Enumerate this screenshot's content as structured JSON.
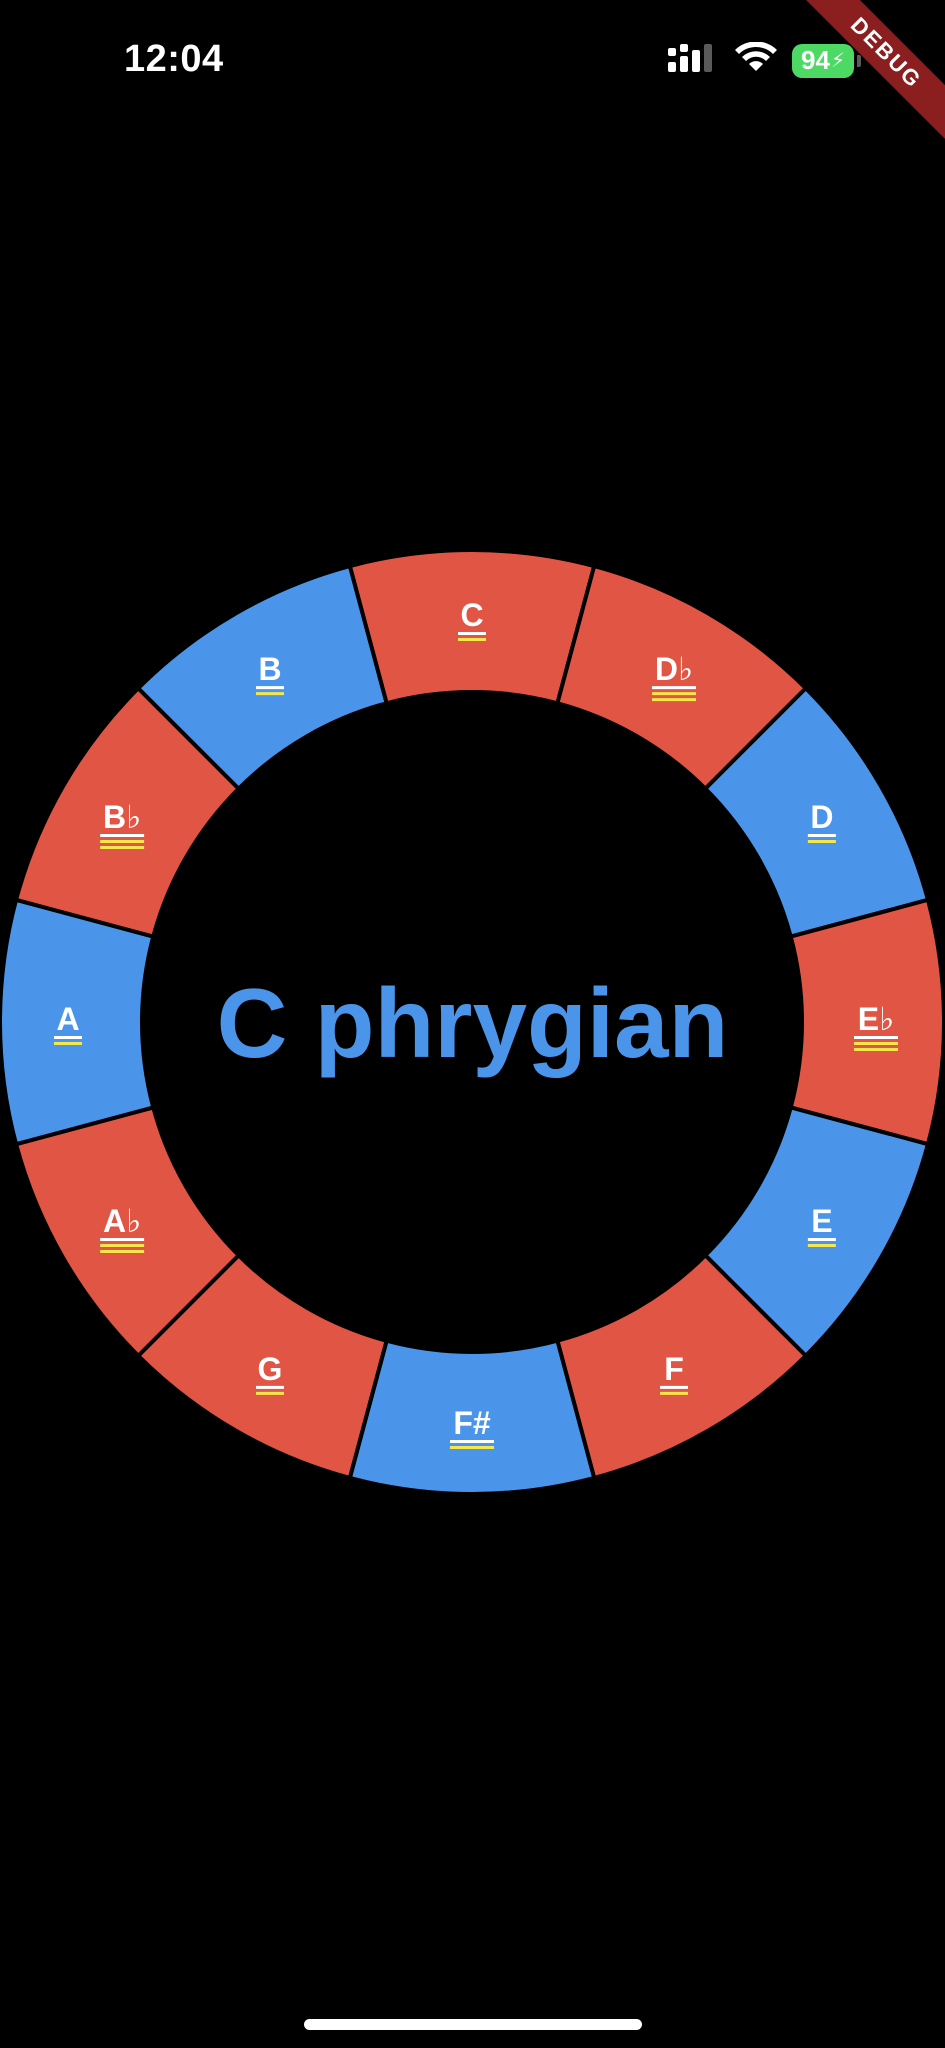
{
  "status_bar": {
    "time": "12:04",
    "battery_level": "94",
    "icons": [
      "cellular-signal-icon",
      "wifi-icon",
      "charging-bolt-icon"
    ]
  },
  "debug_banner": {
    "label": "DEBUG"
  },
  "scale_title": "C phrygian",
  "colors": {
    "background": "#000000",
    "blue": "#4a95ea",
    "red": "#e05543",
    "battery": "#4cd964",
    "debug": "#8b1e1e",
    "underline_yellow": "#f5e64a"
  },
  "notes": [
    {
      "label": "C",
      "color": "#e05543",
      "underline": "#f5e64a",
      "lines": 2
    },
    {
      "label": "D♭",
      "color": "#e05543",
      "underline": "#f5e64a",
      "lines": 3
    },
    {
      "label": "D",
      "color": "#4a95ea",
      "underline": "#f5e64a",
      "lines": 2
    },
    {
      "label": "E♭",
      "color": "#e05543",
      "underline": "#f5e64a",
      "lines": 3
    },
    {
      "label": "E",
      "color": "#4a95ea",
      "underline": "#f5e64a",
      "lines": 2
    },
    {
      "label": "F",
      "color": "#e05543",
      "underline": "#f5e64a",
      "lines": 2
    },
    {
      "label": "F#",
      "color": "#4a95ea",
      "underline": "#f5e64a",
      "lines": 2
    },
    {
      "label": "G",
      "color": "#e05543",
      "underline": "#f5e64a",
      "lines": 2
    },
    {
      "label": "A♭",
      "color": "#e05543",
      "underline": "#f5e64a",
      "lines": 3
    },
    {
      "label": "A",
      "color": "#4a95ea",
      "underline": "#f5e64a",
      "lines": 2
    },
    {
      "label": "B♭",
      "color": "#e05543",
      "underline": "#f5e64a",
      "lines": 3
    },
    {
      "label": "B",
      "color": "#4a95ea",
      "underline": "#f5e64a",
      "lines": 2
    }
  ]
}
